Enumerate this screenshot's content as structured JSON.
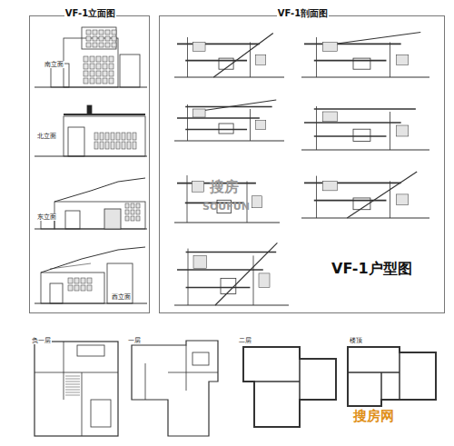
{
  "diagram": {
    "nodes": [
      {
        "text": [
          "VF-1立面图"
        ]
      },
      {
        "text": [
          "VF-1剖面图",
          "VF-1户型图"
        ]
      }
    ],
    "labels": [
      "南立面",
      "北立面",
      "东立面",
      "西立面",
      "负一层",
      "一层",
      "二层",
      "楼顶",
      "搜房",
      "SOUFUN",
      "搜房网"
    ]
  }
}
